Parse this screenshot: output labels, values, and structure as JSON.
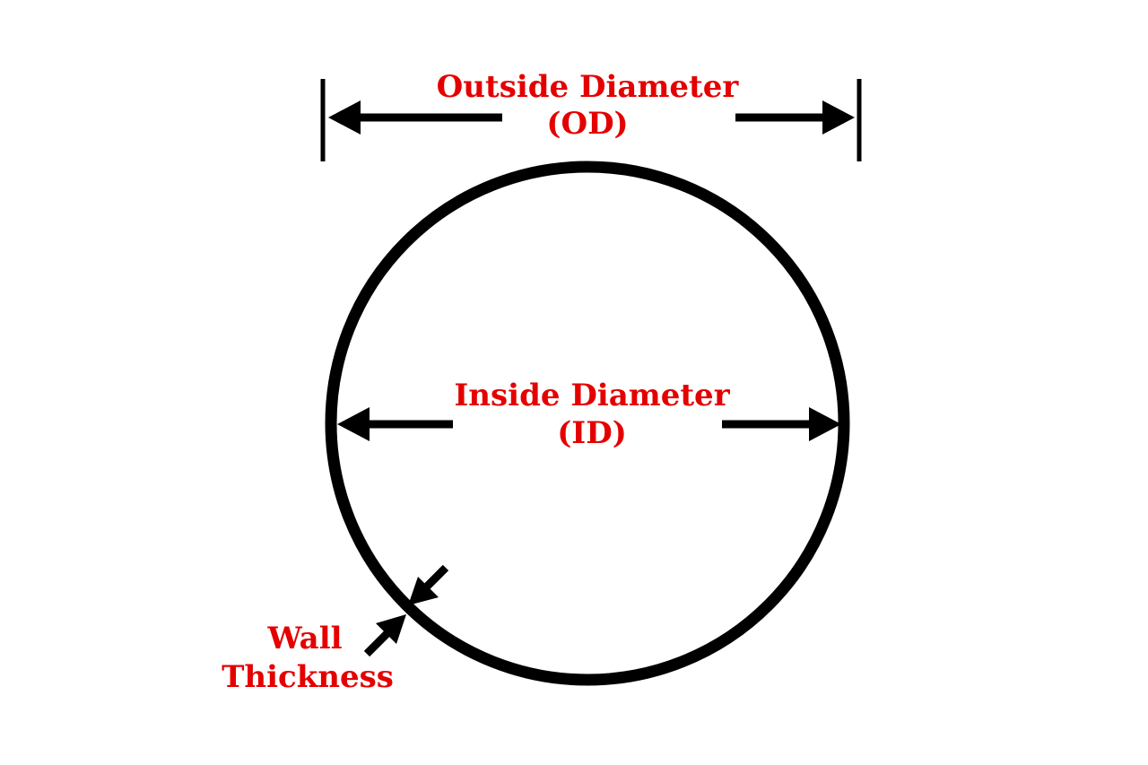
{
  "diagram": {
    "title_semantic": "tube-cross-section-dimension-diagram",
    "od_label_line1": "Outside Diameter",
    "od_label_line2": "(OD)",
    "id_label_line1": "Inside Diameter",
    "id_label_line2": "(ID)",
    "wall_label_line1": "Wall",
    "wall_label_line2": "Thickness",
    "label_color": "#e50000",
    "line_color": "#000000",
    "background_color": "#ffffff"
  }
}
